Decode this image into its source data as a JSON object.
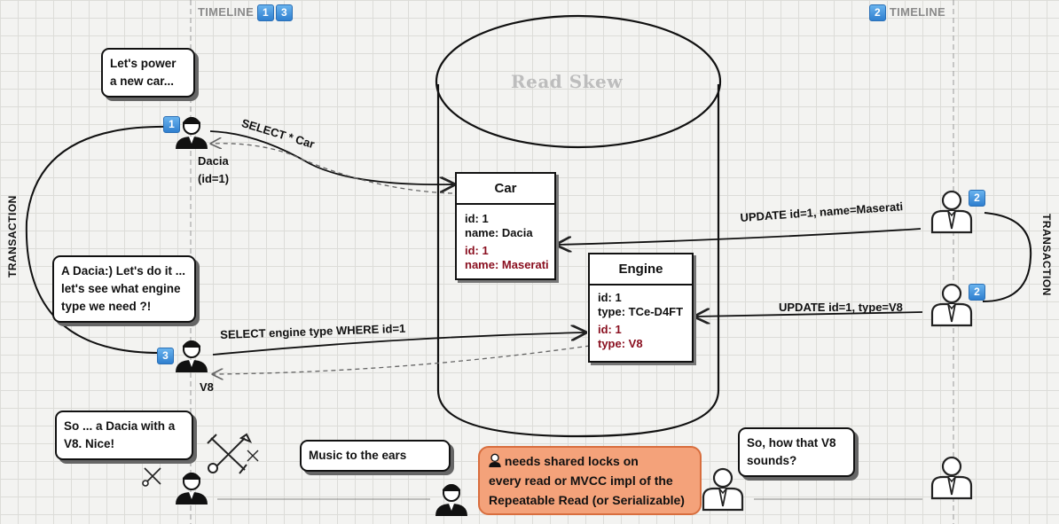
{
  "timelines": {
    "left": {
      "label": "TIMELINE",
      "badges": [
        "1",
        "3"
      ]
    },
    "right": {
      "label": "TIMELINE",
      "badges": [
        "2"
      ]
    }
  },
  "database": {
    "title": "Read Skew"
  },
  "tables": {
    "car": {
      "title": "Car",
      "rows": [
        "id: 1",
        "name: Dacia"
      ],
      "new_rows": [
        "id: 1",
        "name: Maserati"
      ]
    },
    "engine": {
      "title": "Engine",
      "rows": [
        "id: 1",
        "type: TCe-D4FT"
      ],
      "new_rows": [
        "id: 1",
        "type: V8"
      ]
    }
  },
  "actors": {
    "mechanic1": {
      "badge": "1",
      "caption_line1": "Dacia",
      "caption_line2": "(id=1)"
    },
    "mechanic3": {
      "badge": "3",
      "caption": "V8"
    },
    "manager2a": {
      "badge": "2"
    },
    "manager2b": {
      "badge": "2"
    }
  },
  "transaction_labels": {
    "left": "TRANSACTION",
    "right": "TRANSACTION"
  },
  "arrows": {
    "select_car": "SELECT * Car",
    "update_car": "UPDATE id=1, name=Maserati",
    "update_engine": "UPDATE id=1, type=V8",
    "select_engine": "SELECT engine type WHERE id=1"
  },
  "bubbles": {
    "power_car": [
      "Let's power",
      "a new car..."
    ],
    "dacia": [
      "A Dacia:) Let's do it ...",
      "let's see what engine",
      "type we need ?!"
    ],
    "so_dacia": [
      "So ... a Dacia with a",
      "V8. Nice!"
    ],
    "music": "Music to the ears",
    "sounds": [
      "So, how that V8",
      "sounds?"
    ]
  },
  "note": {
    "lines": [
      "needs shared locks on",
      "every read or MVCC impl of the",
      "Repeatable Read (or Serializable)"
    ]
  },
  "colors": {
    "note_fill": "#f4a27a",
    "note_border": "#d86e3e",
    "badge_blue": "#3b8fdb",
    "new_value_red": "#8a1020"
  }
}
